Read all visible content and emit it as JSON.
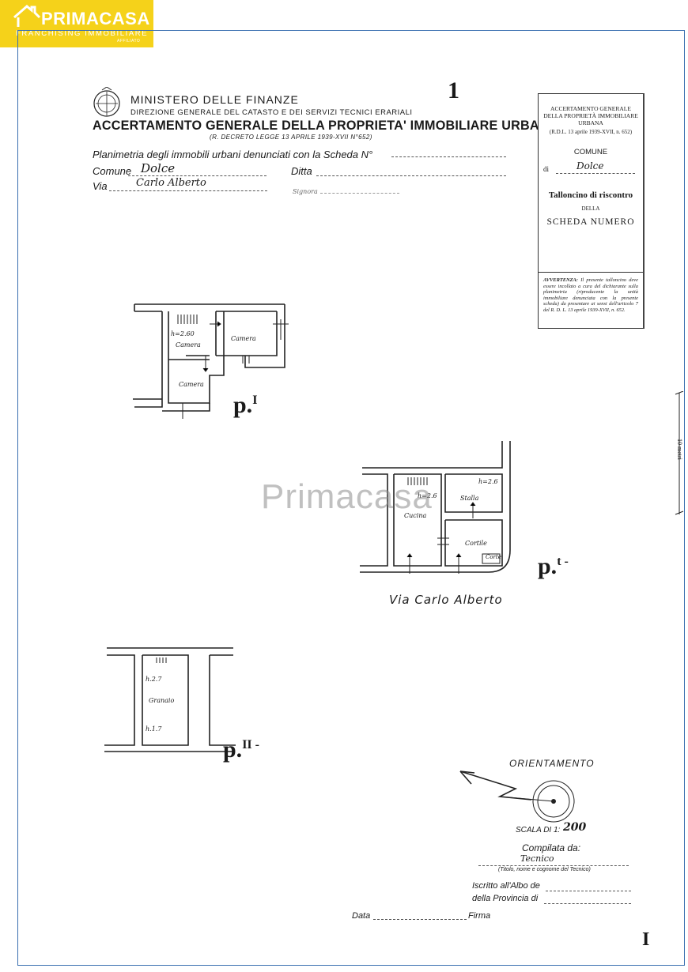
{
  "logo": {
    "brand": "PRIMACASA",
    "tagline": "FRANCHISING IMMOBILIARE",
    "tiny": "AFFILIATO"
  },
  "header": {
    "ministry": "MINISTERO DELLE FINANZE",
    "direzione": "DIREZIONE GENERALE DEL CATASTO E DEI SERVIZI TECNICI ERARIALI",
    "title": "ACCERTAMENTO GENERALE DELLA PROPRIETA' IMMOBILIARE URBANA",
    "decreto": "(R. DECRETO LEGGE 13 APRILE 1939-XVII N°652)",
    "sheet_number": "1"
  },
  "form": {
    "planimetria": "Planimetria degli immobili urbani denunciati con la Scheda N°",
    "comune_label": "Comune",
    "comune_value": "Dolce",
    "ditta_label": "Ditta",
    "via_label": "Via",
    "via_value": "Carlo Alberto",
    "signature_small": "Signora"
  },
  "talloncino": {
    "title": "ACCERTAMENTO GENERALE DELLA PROPRIETÀ IMMOBILIARE URBANA",
    "law": "(R.D.L. 13 aprile 1939-XVII, n. 652)",
    "comune": "COMUNE",
    "di": "di",
    "di_value": "Dolce",
    "tall": "Talloncino di riscontro",
    "della": "DELLA",
    "scheda": "SCHEDA NUMERO",
    "avvertenza_head": "AVVERTENZA:",
    "avvertenza": "Il presente talloncino deve essere incollato a cura del dichiarante sulla planimetria (riproducente la unità immobiliare denunciata con la presente scheda) da presentare ai sensi dell'articolo 7 del R. D. L. 13 aprile 1939-XVII, n. 652."
  },
  "scale_bar": {
    "label": "10 metri"
  },
  "plans": {
    "p1": {
      "label": "p.",
      "sup": "I",
      "h": "h=2.60",
      "camera1": "Camera",
      "camera2": "Camera",
      "camera3": "Camera"
    },
    "pt": {
      "label": "p.",
      "sup": "t -",
      "h1": "h=2.6",
      "h2": "h=2.6",
      "cucina": "Cucina",
      "stalla": "Stalla",
      "cortile": "Cortile",
      "corte": "Corte"
    },
    "p2": {
      "label": "p.",
      "sup": "II -",
      "h1": "h.2.7",
      "granaio": "Granaio",
      "h2": "h.1.7"
    },
    "street": "Via Carlo Alberto"
  },
  "watermark": "Primacasa",
  "footer": {
    "orientamento": "ORIENTAMENTO",
    "scala_label": "SCALA DI 1:",
    "scala_value": "200",
    "compilata": "Compilata da:",
    "compilata_value": "Tecnico",
    "titolo": "(Titolo, nome e cognome del Tecnico)",
    "iscritto": "Iscritto all'Albo de",
    "provincia": "della Provincia di",
    "data": "Data",
    "firma": "Firma",
    "page_mark": "I"
  }
}
